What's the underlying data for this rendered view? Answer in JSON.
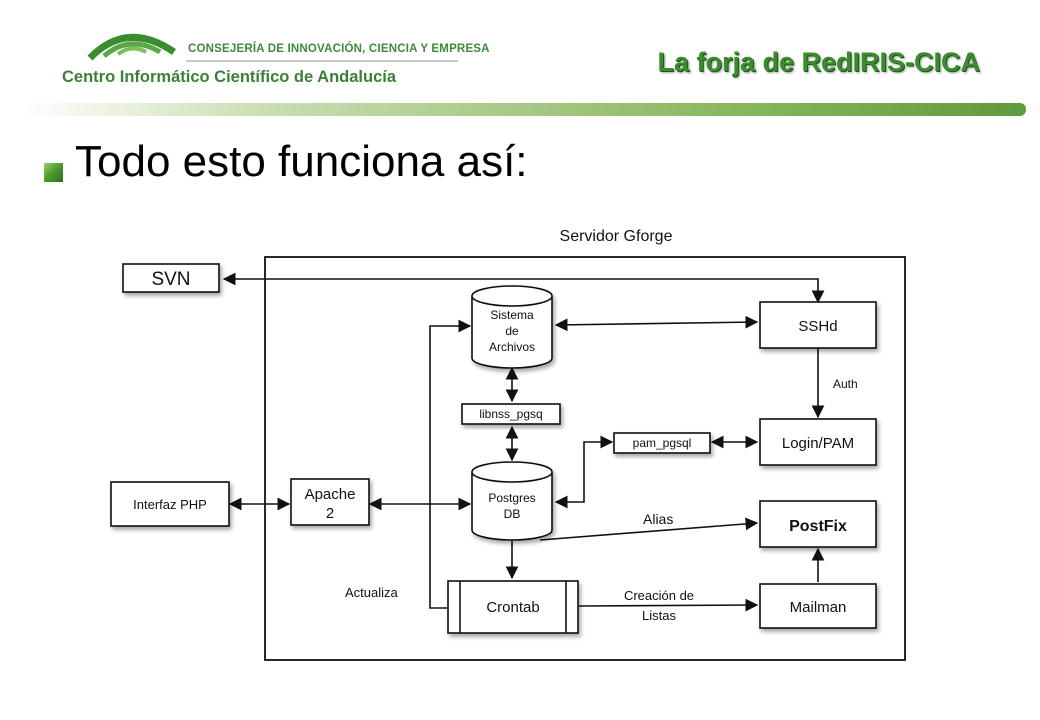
{
  "header": {
    "ministry": "CONSEJERÍA DE INNOVACIÓN, CIENCIA Y EMPRESA",
    "center_name": "Centro Informático Científico de Andalucía",
    "title": "La forja de RedIRIS-CICA"
  },
  "bullet": {
    "text": "Todo esto funciona así:"
  },
  "diagram": {
    "server_label": "Servidor Gforge",
    "svn": "SVN",
    "filesystem": [
      "Sistema",
      "de",
      "Archivos"
    ],
    "libnss": "libnss_pgsq",
    "postgres": [
      "Postgres",
      "DB"
    ],
    "pam_pgsql": "pam_pgsql",
    "sshd": "SSHd",
    "auth": "Auth",
    "login_pam": "Login/PAM",
    "interfaz_php": "Interfaz PHP",
    "apache": [
      "Apache",
      "2"
    ],
    "alias": "Alias",
    "postfix": "PostFix",
    "actualiza": "Actualiza",
    "crontab": "Crontab",
    "creacion": [
      "Creación de",
      "Listas"
    ],
    "mailman": "Mailman"
  }
}
